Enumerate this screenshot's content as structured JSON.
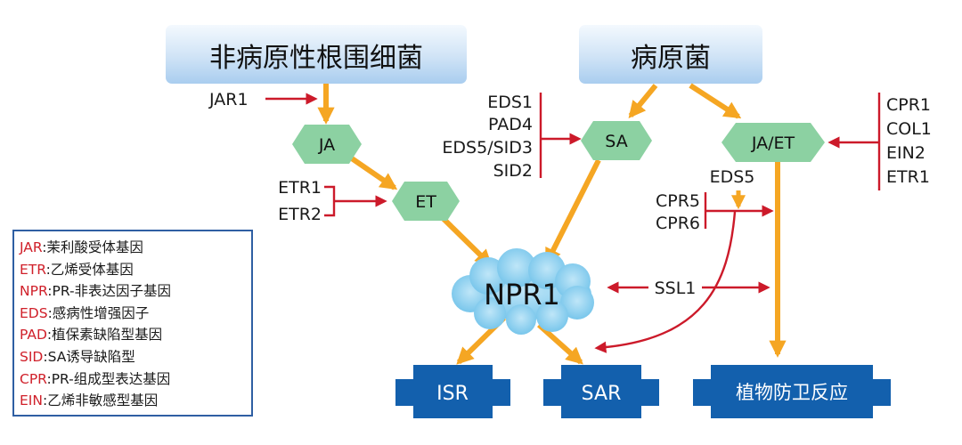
{
  "colors": {
    "arrow_orange": "#f5a623",
    "inhibit_red": "#cc1a2a",
    "hexagon_green": "#8cd1a2",
    "cloud_blue": "#7ecbec",
    "output_blue": "#1360ad",
    "header_box_blue": "#b9d7f1",
    "legend_border": "#2f5fa3"
  },
  "nodes": {
    "nonpathogen": "非病原性根围细菌",
    "pathogen": "病原菌",
    "ja": "JA",
    "et": "ET",
    "sa": "SA",
    "jaet": "JA/ET",
    "npr1": "NPR1",
    "isr": "ISR",
    "sar": "SAR",
    "defense": "植物防卫反应"
  },
  "regulators": {
    "jar1": "JAR1",
    "etr1_left": "ETR1",
    "etr2": "ETR2",
    "eds1": "EDS1",
    "pad4": "PAD4",
    "eds5_sid3": "EDS5/SID3",
    "sid2": "SID2",
    "eds5": "EDS5",
    "cpr5": "CPR5",
    "cpr6": "CPR6",
    "ssl1": "SSL1",
    "cpr1": "CPR1",
    "col1": "COL1",
    "ein2": "EIN2",
    "etr1_right": "ETR1"
  },
  "legend": [
    {
      "abbr": "JAR",
      "desc": ":茉利酸受体基因"
    },
    {
      "abbr": "ETR",
      "desc": ":乙烯受体基因"
    },
    {
      "abbr": "NPR",
      "desc": ":PR-非表达因子基因"
    },
    {
      "abbr": "EDS",
      "desc": ":感病性增强因子"
    },
    {
      "abbr": "PAD",
      "desc": ":植保素缺陷型基因"
    },
    {
      "abbr": "SID",
      "desc": ":SA诱导缺陷型"
    },
    {
      "abbr": "CPR",
      "desc": ":PR-组成型表达基因"
    },
    {
      "abbr": "EIN",
      "desc": ":乙烯非敏感型基因"
    }
  ]
}
